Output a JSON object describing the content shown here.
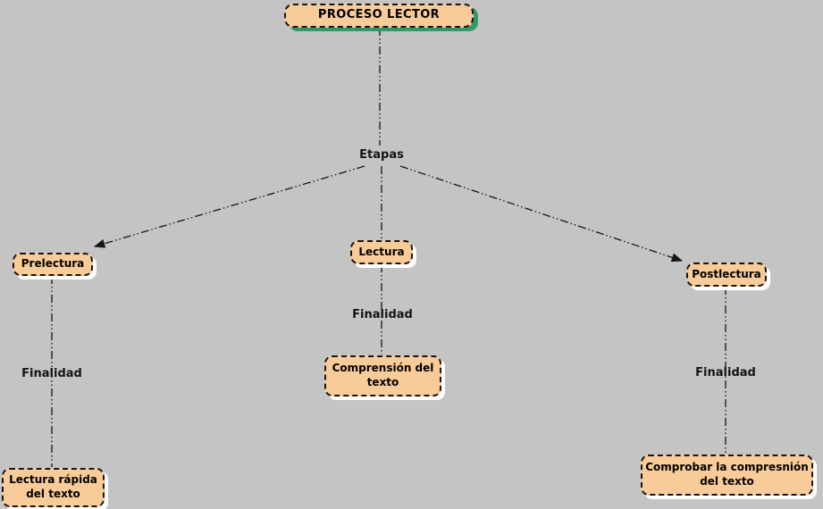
{
  "canvas": {
    "background": "#C4C4C4"
  },
  "palette": {
    "node_fill": "#F9CB98",
    "node_border": "#151515",
    "title_shadow": "#2F9A63",
    "node_shadow": "#FFFFFF",
    "line_color": "#141414"
  },
  "nodes": {
    "proceso_lector": "PROCESO LECTOR",
    "prelectura": "Prelectura",
    "lectura": "Lectura",
    "postlectura": "Postlectura",
    "lectura_rapida": "Lectura rápida del texto",
    "comprension": "Comprensión del texto",
    "comprobar": "Comprobar la compresnión del texto"
  },
  "link_labels": {
    "etapas": "Etapas",
    "finalidad_left": "Finalidad",
    "finalidad_center": "Finalidad",
    "finalidad_right": "Finalidad"
  }
}
